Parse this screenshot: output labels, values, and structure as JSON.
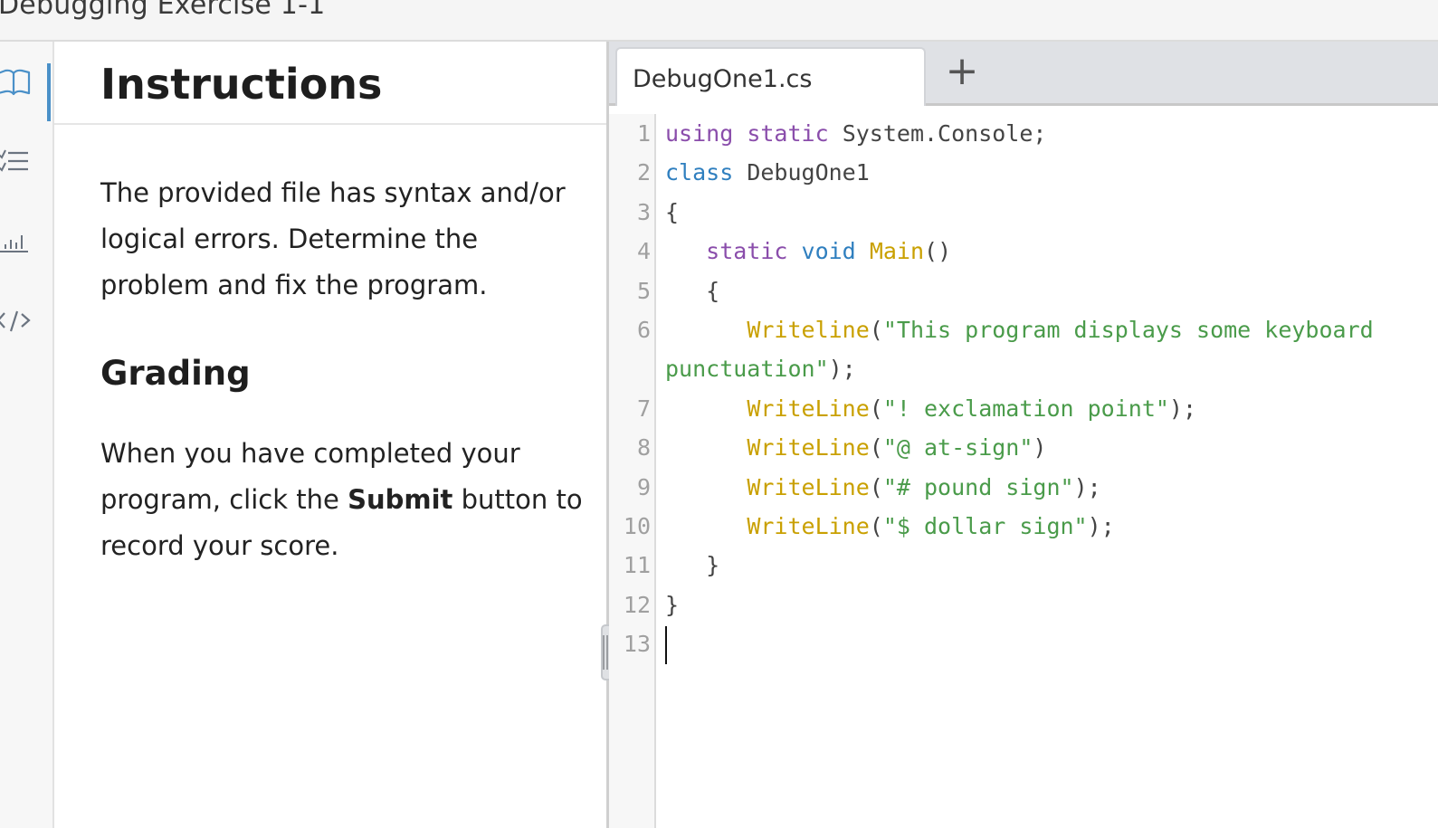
{
  "window": {
    "title": "Debugging Exercise 1-1"
  },
  "rail": {
    "items": [
      {
        "name": "instructions",
        "icon": "book-icon",
        "active": true
      },
      {
        "name": "checklist",
        "icon": "checklist-icon",
        "active": false
      },
      {
        "name": "results",
        "icon": "bar-chart-icon",
        "active": false
      },
      {
        "name": "code",
        "icon": "code-icon",
        "active": false
      }
    ],
    "accent": "#4a90c8"
  },
  "instructions": {
    "title": "Instructions",
    "intro": "The provided file has syntax and/or logical errors. Determine the problem and fix the program.",
    "grading_title": "Grading",
    "grading_pre": "When you have completed your program, click the ",
    "grading_bold": "Submit",
    "grading_post": " button to record your score."
  },
  "editor": {
    "tabs": [
      {
        "label": "DebugOne1.cs",
        "active": true
      }
    ],
    "add_tab_label": "+",
    "colors": {
      "keyword": "#8a4dab",
      "type": "#2f7fbf",
      "function": "#c9a000",
      "string": "#4a9b4a",
      "plain": "#444444"
    },
    "lines": [
      {
        "n": "1"
      },
      {
        "n": "2"
      },
      {
        "n": "3"
      },
      {
        "n": "4"
      },
      {
        "n": "5"
      },
      {
        "n": "6"
      },
      {
        "n": ""
      },
      {
        "n": "7"
      },
      {
        "n": "8"
      },
      {
        "n": "9"
      },
      {
        "n": "10"
      },
      {
        "n": "11"
      },
      {
        "n": "12"
      },
      {
        "n": "13"
      }
    ],
    "code": {
      "l1_kw1": "using",
      "l1_kw2": "static",
      "l1_rest": " System.Console;",
      "l2_kw": "class",
      "l2_rest": " DebugOne1",
      "l3": "{",
      "l4_kw": "static",
      "l4_ty": "void",
      "l4_fn": "Main",
      "l4_rest": "()",
      "l5": "{",
      "l6_fn": "Writeline",
      "l6_p": "(",
      "l6_str": "\"This program displays some keyboard",
      "l6b_str": "punctuation\"",
      "l6b_rest": ");",
      "l7_fn": "WriteLine",
      "l7_p": "(",
      "l7_str": "\"! exclamation point\"",
      "l7_rest": ");",
      "l8_fn": "WriteLine",
      "l8_p": "(",
      "l8_str": "\"@ at-sign\"",
      "l8_rest": ")",
      "l9_fn": "WriteLine",
      "l9_p": "(",
      "l9_str": "\"# pound sign\"",
      "l9_rest": ");",
      "l10_fn": "WriteLine",
      "l10_p": "(",
      "l10_str": "\"$ dollar sign\"",
      "l10_rest": ");",
      "l11": "}",
      "l12": "}",
      "l13": ""
    }
  }
}
